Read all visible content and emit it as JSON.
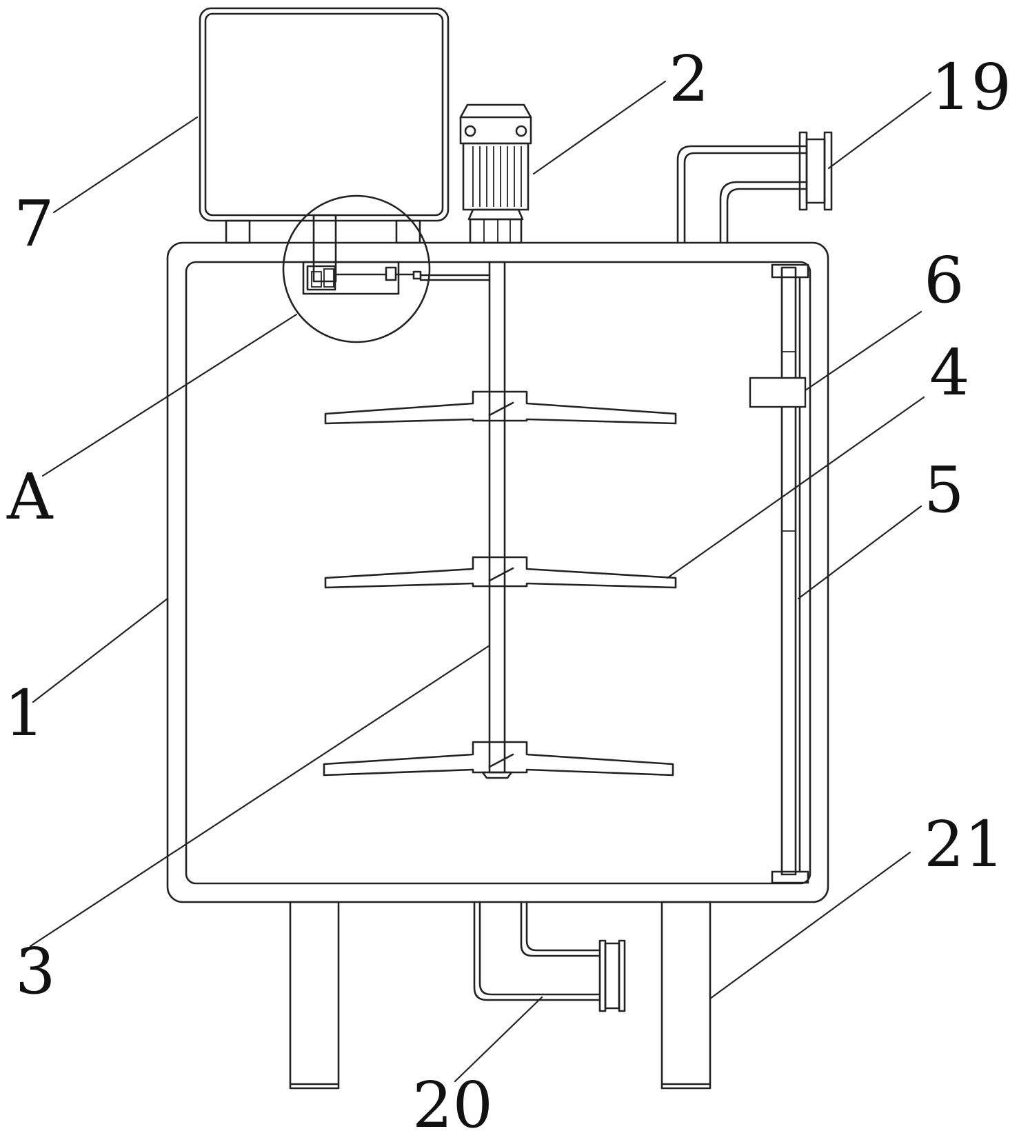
{
  "labels": {
    "l1": "1",
    "l2": "2",
    "l3": "3",
    "l4": "4",
    "l5": "5",
    "l6": "6",
    "l7": "7",
    "l19": "19",
    "l20": "20",
    "l21": "21",
    "lA": "A"
  },
  "colors": {
    "stroke": "#222222",
    "background": "#ffffff"
  }
}
